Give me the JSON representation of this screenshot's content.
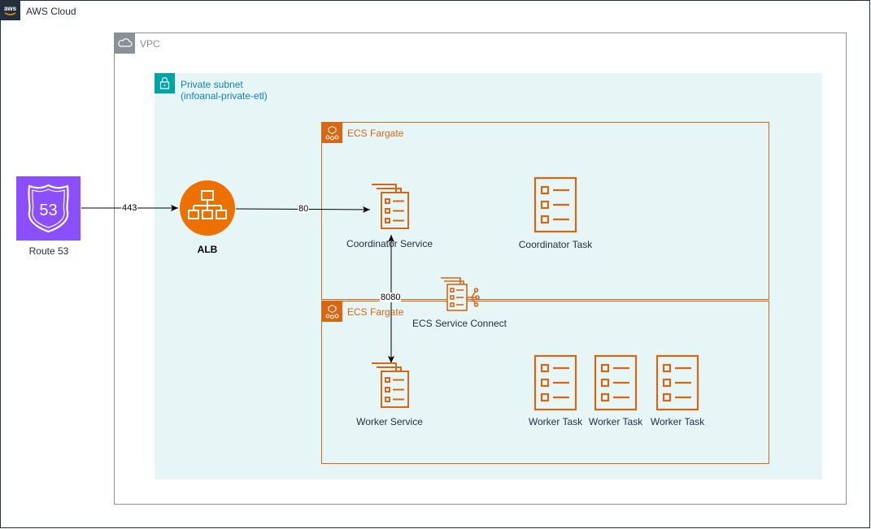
{
  "groups": {
    "aws_cloud": "AWS Cloud",
    "vpc": "VPC",
    "private_subnet_line1": "Private subnet",
    "private_subnet_line2": "(infoanal-private-etl)",
    "ecs_fargate_1": "ECS Fargate",
    "ecs_fargate_2": "ECS Fargate"
  },
  "nodes": {
    "route53": {
      "label": "Route 53",
      "icon_text": "53"
    },
    "alb": {
      "label": "ALB"
    },
    "coordinator_service": {
      "label": "Coordinator Service"
    },
    "coordinator_task": {
      "label": "Coordinator Task"
    },
    "service_connect": {
      "label": "ECS Service Connect"
    },
    "worker_service": {
      "label": "Worker Service"
    },
    "worker_tasks": [
      {
        "label": "Worker Task"
      },
      {
        "label": "Worker Task"
      },
      {
        "label": "Worker Task"
      }
    ]
  },
  "edges": {
    "route53_to_alb": "443",
    "alb_to_coordinator": "80",
    "coordinator_to_worker": "8080"
  },
  "colors": {
    "aws_squid": "#232f3e",
    "vpc_gray": "#879196",
    "subnet_teal": "#00a4a6",
    "subnet_fill": "#e6f6f7",
    "ecs_orange": "#d86613",
    "route53_purple": "#8c4fff",
    "alb_orange": "#ed7100"
  }
}
